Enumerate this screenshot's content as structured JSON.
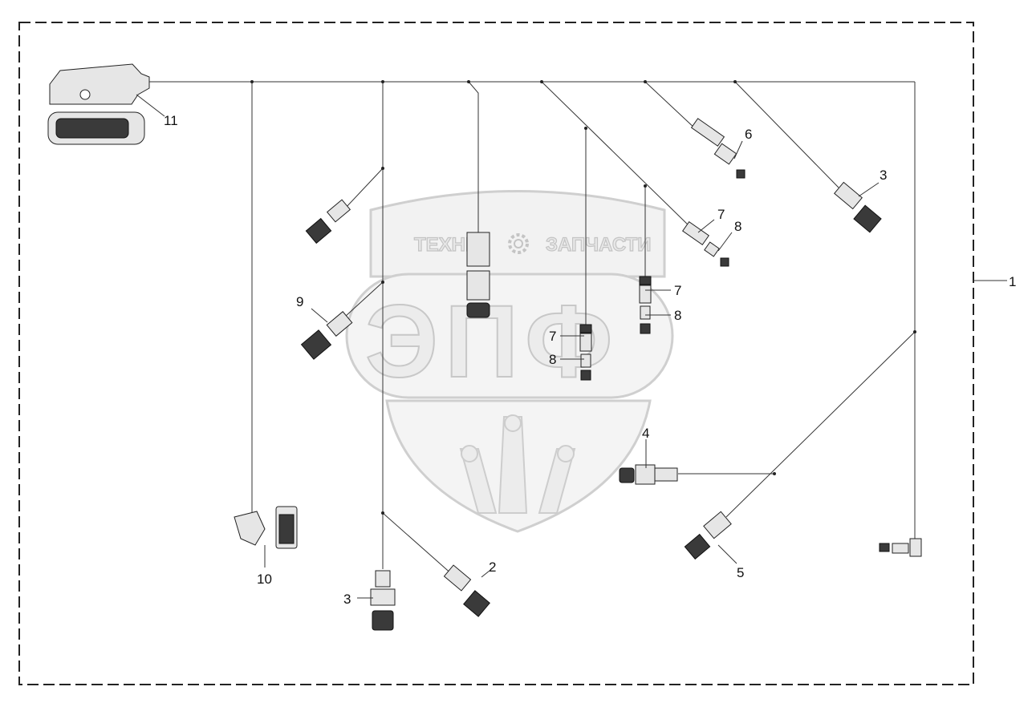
{
  "watermark": {
    "left_word": "ТЕХНИ",
    "right_word": "ЗАПЧАСТИ",
    "big_letters": "ЭПФ",
    "gear_icon": "gear-icon",
    "emblem": "wheat-ears-icon"
  },
  "callouts": {
    "c1": "1",
    "c2": "2",
    "c3a": "3",
    "c3b": "3",
    "c4": "4",
    "c5": "5",
    "c6": "6",
    "c7a": "7",
    "c7b": "7",
    "c7c": "7",
    "c8a": "8",
    "c8b": "8",
    "c8c": "8",
    "c9": "9",
    "c10": "10",
    "c11": "11"
  },
  "colors": {
    "line": "#333333",
    "part_fill": "#e6e6e6",
    "part_dark": "#3a3a3a",
    "watermark": "#c8c8c8"
  }
}
